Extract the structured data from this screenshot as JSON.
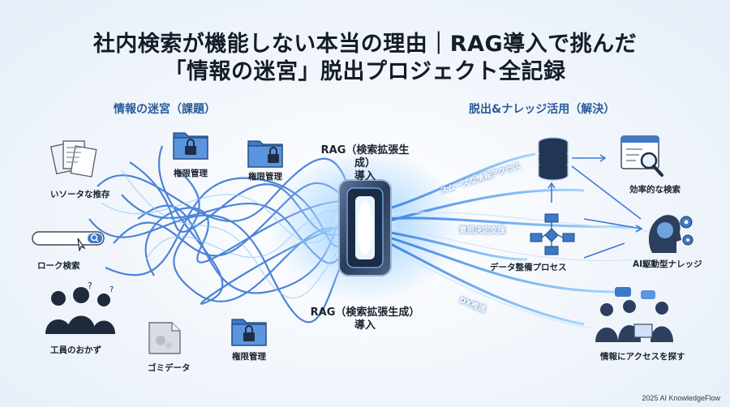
{
  "title": {
    "line1": "社内検索が機能しない本当の理由｜RAG導入で挑んだ",
    "line2": "「情報の迷宮」脱出プロジェクト全記録"
  },
  "left": {
    "heading": "情報の迷宮（課題）",
    "items": [
      {
        "label": "いソータな推存",
        "icon": "document-stack-icon"
      },
      {
        "label": "権限管理",
        "icon": "locked-folder-icon"
      },
      {
        "label": "権限管理",
        "icon": "locked-folder-icon"
      },
      {
        "label": "ローク検索",
        "icon": "search-bar-icon"
      },
      {
        "label": "工員のおかず",
        "icon": "confused-people-icon"
      },
      {
        "label": "ゴミデータ",
        "icon": "trash-document-icon"
      },
      {
        "label": "権限管理",
        "icon": "locked-folder-icon"
      }
    ]
  },
  "center": {
    "top_label_line1": "RAG（検索拡張生成）",
    "top_label_line2": "導入",
    "bottom_label_line1": "RAG（検索拡張生成）",
    "bottom_label_line2": "導入",
    "flows": [
      "スムーズな情報アクセス",
      "意思決定支援",
      "データ整備プロセス",
      "DX推進"
    ]
  },
  "right": {
    "heading": "脱出&ナレッジ活用（解決）",
    "items": [
      {
        "label": "効率的な検索",
        "icon": "magnifier-window-icon"
      },
      {
        "label": "AI駆動型ナレッジ",
        "icon": "ai-brain-gear-icon"
      },
      {
        "label": "情報にアクセスを探す",
        "icon": "team-meeting-icon"
      }
    ]
  },
  "colors": {
    "accent": "#2a6fd6",
    "glow": "#bfe3ff",
    "heading": "#2a5b9a"
  },
  "footer": "2025 AI KnowledgeFlow"
}
